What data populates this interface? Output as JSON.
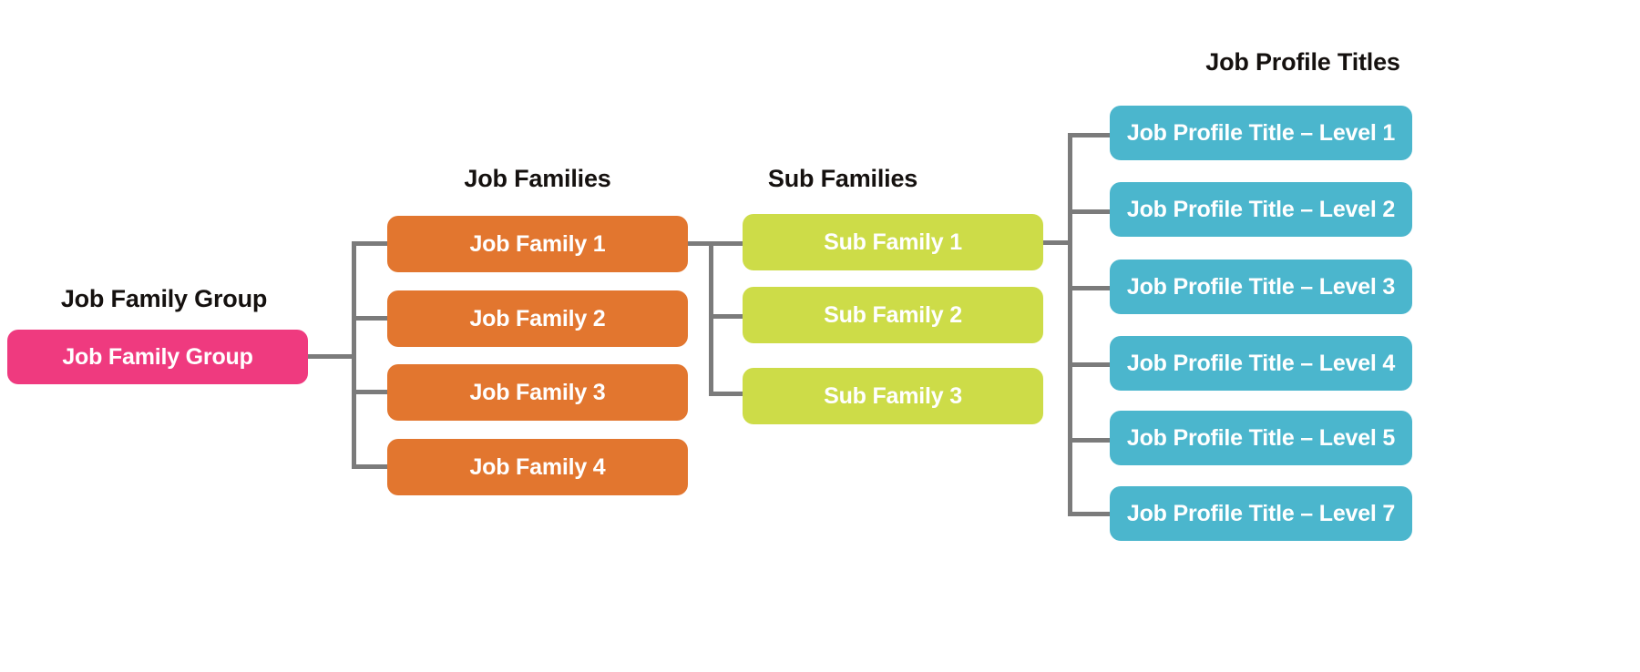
{
  "diagram": {
    "title_columns": {
      "group": "Job Family Group",
      "families": "Job Families",
      "sub_families": "Sub Families",
      "profile_titles": "Job Profile Titles"
    },
    "colors": {
      "group": "#ef3a7f",
      "family": "#e2762f",
      "sub_family": "#cddc48",
      "profile_title": "#4bb6cd",
      "connector": "#7b7b7b",
      "heading_text": "#15110f",
      "node_text": "#ffffff",
      "background": "#ffffff"
    },
    "group_node": {
      "label": "Job Family Group"
    },
    "job_families": [
      {
        "label": "Job Family 1"
      },
      {
        "label": "Job Family 2"
      },
      {
        "label": "Job Family 3"
      },
      {
        "label": "Job Family 4"
      }
    ],
    "sub_families": [
      {
        "label": "Sub Family 1"
      },
      {
        "label": "Sub Family 2"
      },
      {
        "label": "Sub Family 3"
      }
    ],
    "job_profile_titles": [
      {
        "label": "Job Profile Title – Level 1"
      },
      {
        "label": "Job Profile Title – Level 2"
      },
      {
        "label": "Job Profile Title – Level 3"
      },
      {
        "label": "Job Profile Title – Level 4"
      },
      {
        "label": "Job Profile Title – Level 5"
      },
      {
        "label": "Job Profile Title – Level 7"
      }
    ]
  }
}
